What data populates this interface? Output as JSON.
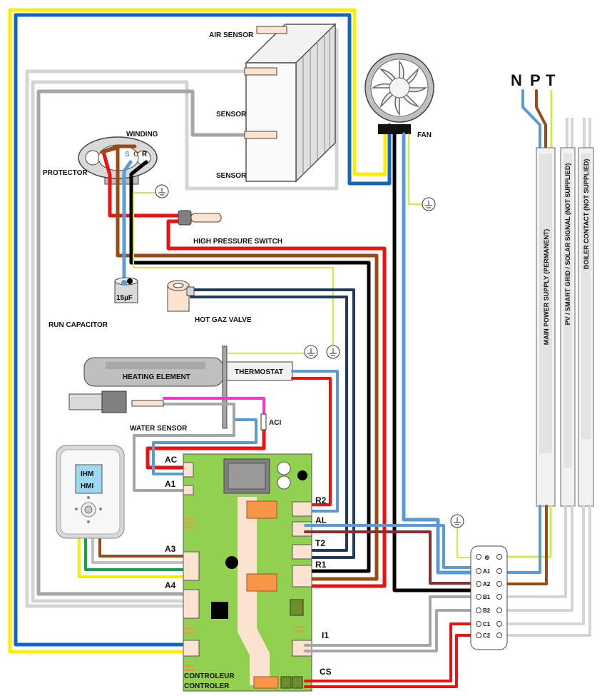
{
  "labels": {
    "air_sensor": "AIR SENSOR",
    "sensor_top": "SENSOR",
    "sensor_bottom": "SENSOR",
    "fan": "FAN",
    "winding": "WINDING",
    "protector": "PROTECTOR",
    "high_pressure_switch": "HIGH PRESSURE SWITCH",
    "run_capacitor": "RUN CAPACITOR",
    "capacitor_value": "15µF",
    "hot_gas_valve": "HOT GAZ VALVE",
    "heating_element": "HEATING ELEMENT",
    "thermostat": "THERMOSTAT",
    "water_sensor": "WATER SENSOR",
    "aci": "ACI",
    "hmi_line1": "IHM",
    "hmi_line2": "HMI",
    "controller_line1": "CONTROLEUR",
    "controller_line2": "CONTROLER",
    "compressor_terminals": [
      "S",
      "C",
      "R"
    ]
  },
  "power": {
    "letters": [
      "N",
      "P",
      "T"
    ],
    "main_supply": "MAIN POWER SUPPLY (PERMANENT)",
    "pv_signal": "PV / SMART GRID / SOLAR SIGNAL (NOT SUPPLIED)",
    "boiler_contact": "BOILER CONTACT (NOT SUPPLIED)"
  },
  "connectors": {
    "left": [
      "AC",
      "A1",
      "A3",
      "A4"
    ],
    "right": [
      "R2",
      "AL",
      "T2",
      "R1",
      "I1",
      "CS"
    ]
  },
  "terminal_block": [
    "⊕",
    "A1",
    "A2",
    "B1",
    "B2",
    "C1",
    "C2"
  ],
  "colors": {
    "yellow": "#ffee00",
    "blue": "#1565c0",
    "light_blue": "#5b9bd5",
    "brown": "#9c4a14",
    "red": "#ee1111",
    "black": "#000000",
    "grey": "#a6a6a6",
    "light_grey": "#d4d4d4",
    "navy": "#1f3a5a",
    "dark_red": "#8b2e2e",
    "green": "#17a04a",
    "yellow_green": "#c8f03c",
    "pink": "#ff33cc",
    "board": "#92d050",
    "orange": "#f79646"
  }
}
